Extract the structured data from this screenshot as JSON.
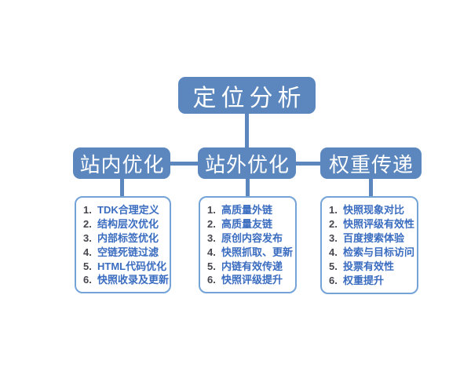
{
  "diagram": {
    "root_label": "定位分析",
    "columns": [
      {
        "label": "站内优化",
        "items": [
          {
            "num": "1.",
            "text": "TDK合理定义"
          },
          {
            "num": "2.",
            "text": "结构层次优化"
          },
          {
            "num": "3.",
            "text": "内部标签优化"
          },
          {
            "num": "4.",
            "text": "空链死链过滤"
          },
          {
            "num": "5.",
            "text": "HTML代码优化"
          },
          {
            "num": "6.",
            "text": "快照收录及更新"
          }
        ]
      },
      {
        "label": "站外优化",
        "items": [
          {
            "num": "1.",
            "text": "高质量外链"
          },
          {
            "num": "2.",
            "text": "高质量友链"
          },
          {
            "num": "3.",
            "text": "原创内容发布"
          },
          {
            "num": "4.",
            "text": "快照抓取、更新"
          },
          {
            "num": "5.",
            "text": "内链有效传递"
          },
          {
            "num": "6.",
            "text": "快照评级提升"
          }
        ]
      },
      {
        "label": "权重传递",
        "items": [
          {
            "num": "1.",
            "text": "快照现象对比"
          },
          {
            "num": "2.",
            "text": "快照评级有效性"
          },
          {
            "num": "3.",
            "text": "百度搜索体验"
          },
          {
            "num": "4.",
            "text": "检索与目标访问"
          },
          {
            "num": "5.",
            "text": "投票有效性"
          },
          {
            "num": "6.",
            "text": "权重提升"
          }
        ]
      }
    ],
    "colors": {
      "node_fill": "#5b87be",
      "node_text": "#ffffff",
      "connector": "#5b87be",
      "list_border": "#74a3d8",
      "item_number": "#46464e",
      "item_text": "#3a6cc0",
      "background": "#ffffff"
    }
  }
}
